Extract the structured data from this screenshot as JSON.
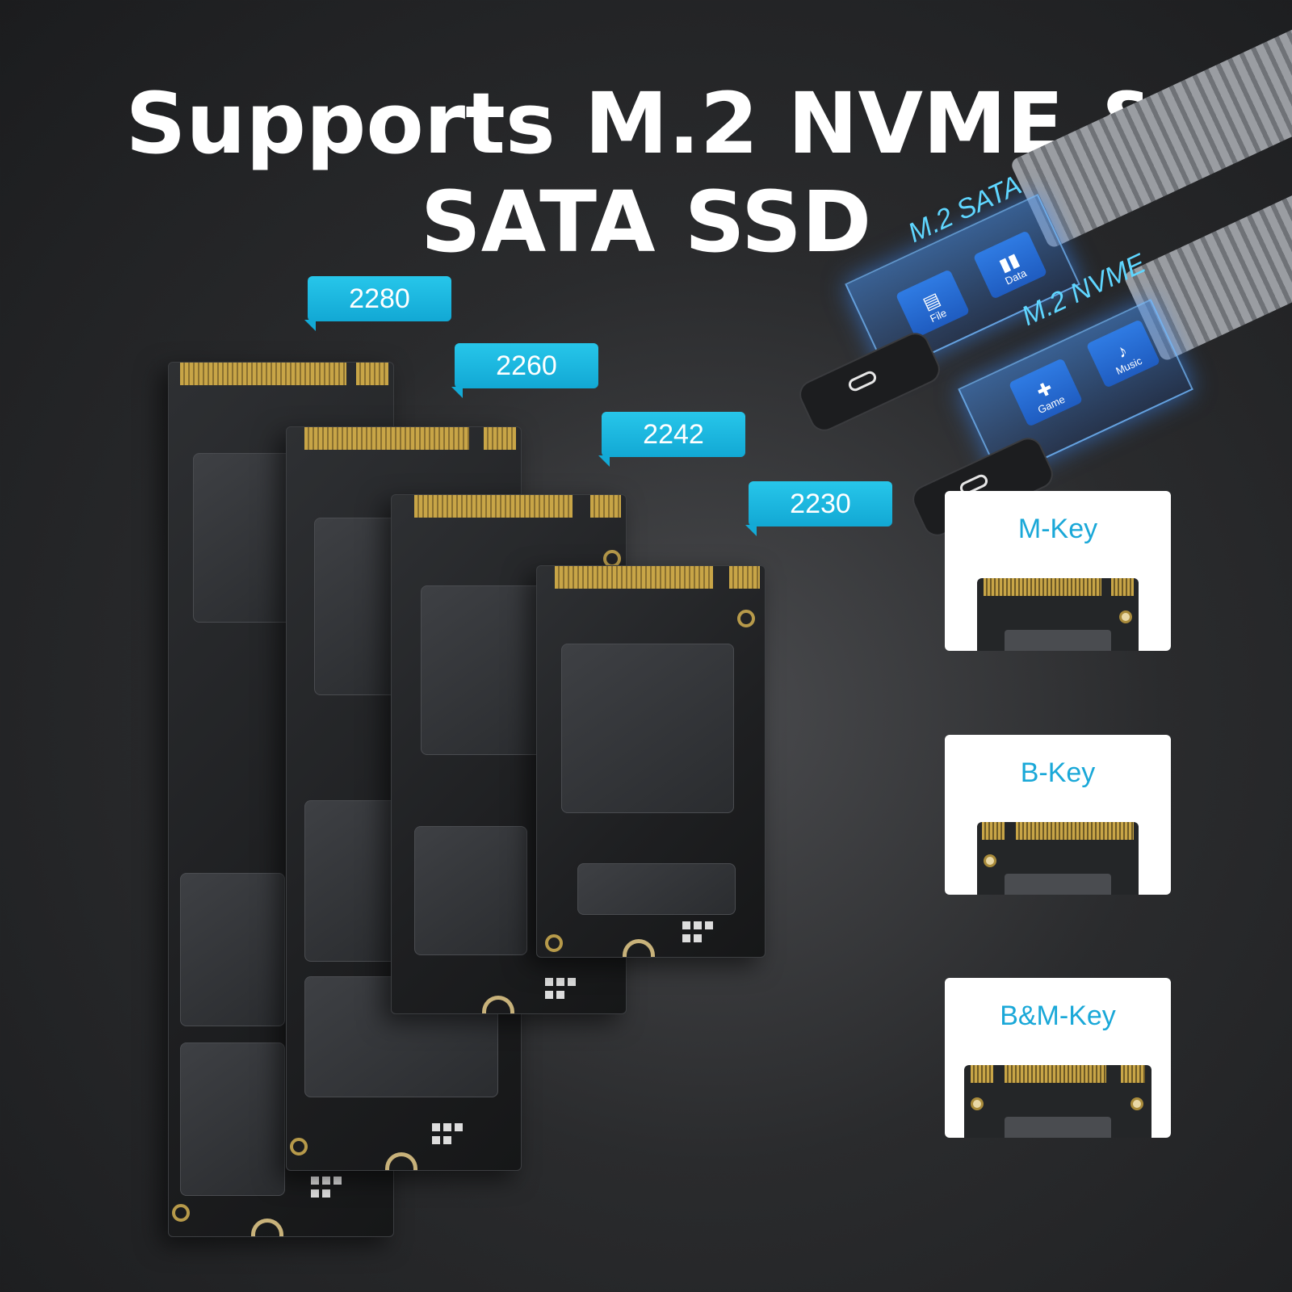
{
  "headline": "Supports M.2 NVME & SATA SSD",
  "sizes": [
    "2280",
    "2260",
    "2242",
    "2230"
  ],
  "enclosure": {
    "labels": [
      "M.2 SATA",
      "M.2 NVME"
    ],
    "tiles": [
      {
        "label": "File",
        "icon": "file-icon"
      },
      {
        "label": "Data",
        "icon": "data-bars-icon"
      },
      {
        "label": "Game",
        "icon": "gamepad-icon"
      },
      {
        "label": "Music",
        "icon": "music-note-icon"
      }
    ]
  },
  "keys": [
    "M-Key",
    "B-Key",
    "B&M-Key"
  ],
  "colors": {
    "accent": "#1aa8d8",
    "tag": "#1eb6e0",
    "background": "#2a2b2d",
    "gold_contacts": "#c8a547"
  }
}
